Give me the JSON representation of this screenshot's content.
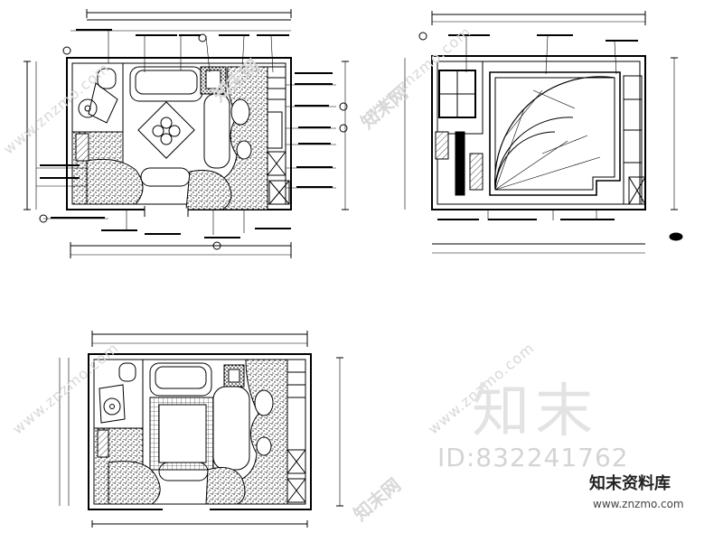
{
  "colors": {
    "ink": "#000000",
    "watermark": "#d6d6d6",
    "paper": "#ffffff"
  },
  "watermark": {
    "url_text": "www.znzmo.com",
    "brand_cn": "知末网",
    "logo_big": "知末",
    "logo_id": "ID:832241762",
    "logo_brand": "知末资料库",
    "logo_url": "www.znzmo.com"
  },
  "drawings": [
    {
      "name": "floor-plan-furniture",
      "view": "plan"
    },
    {
      "name": "ceiling-plan",
      "view": "ceiling"
    },
    {
      "name": "floor-plan-finish",
      "view": "plan"
    }
  ]
}
